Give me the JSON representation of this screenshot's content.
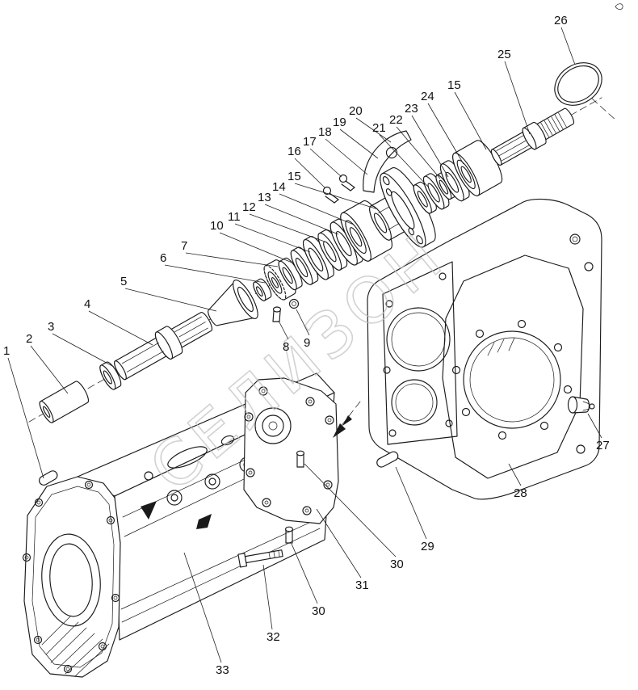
{
  "figure": {
    "watermark": "СЕЛИЗОН",
    "background_color": "#ffffff",
    "line_color": "#1a1a1a",
    "watermark_color": "#bfbfbf"
  },
  "callouts": [
    {
      "num": "26"
    },
    {
      "num": "25"
    },
    {
      "num": "15"
    },
    {
      "num": "24"
    },
    {
      "num": "23"
    },
    {
      "num": "22"
    },
    {
      "num": "21"
    },
    {
      "num": "20"
    },
    {
      "num": "19"
    },
    {
      "num": "18"
    },
    {
      "num": "17"
    },
    {
      "num": "16"
    },
    {
      "num": "15"
    },
    {
      "num": "14"
    },
    {
      "num": "13"
    },
    {
      "num": "12"
    },
    {
      "num": "11"
    },
    {
      "num": "10"
    },
    {
      "num": "7"
    },
    {
      "num": "6"
    },
    {
      "num": "5"
    },
    {
      "num": "4"
    },
    {
      "num": "3"
    },
    {
      "num": "2"
    },
    {
      "num": "1"
    },
    {
      "num": "8"
    },
    {
      "num": "9"
    },
    {
      "num": "27"
    },
    {
      "num": "28"
    },
    {
      "num": "29"
    },
    {
      "num": "30"
    },
    {
      "num": "31"
    },
    {
      "num": "30"
    },
    {
      "num": "32"
    },
    {
      "num": "33"
    }
  ]
}
